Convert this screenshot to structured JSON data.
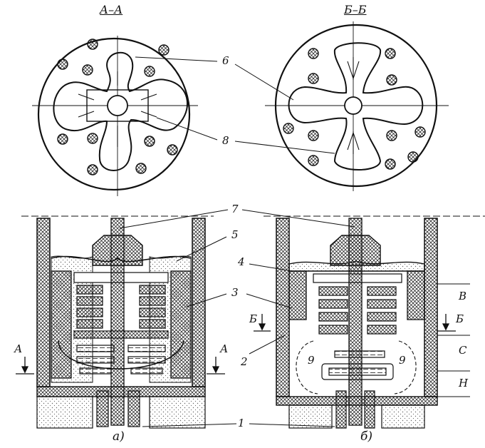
{
  "sections": {
    "left": "А–А",
    "right": "Б–Б"
  },
  "callouts": {
    "c1": "1",
    "c2": "2",
    "c3": "3",
    "c4": "4",
    "c5": "5",
    "c6": "6",
    "c7": "7",
    "c8": "8",
    "c9a": "9",
    "c9b": "9"
  },
  "cut_marks": {
    "a_left": "А",
    "a_right": "А",
    "b_left": "Б",
    "b_right": "Б"
  },
  "zones": {
    "upper": "В",
    "middle": "С",
    "lower": "Н"
  },
  "captions": {
    "a": "а)",
    "b": "б)"
  },
  "colors": {
    "ink": "#111111",
    "paper": "#ffffff",
    "stipple": "#777777"
  }
}
